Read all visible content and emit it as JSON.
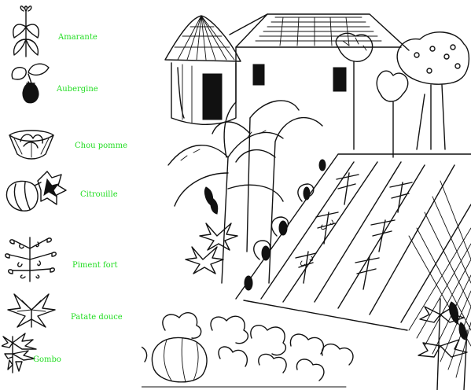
{
  "legend": {
    "items": [
      {
        "key": "amarante",
        "label": "Amarante",
        "icon": "amaranth-plant-icon"
      },
      {
        "key": "aubergine",
        "label": "Aubergine",
        "icon": "eggplant-icon"
      },
      {
        "key": "chou",
        "label": "Chou pomme",
        "icon": "cabbage-icon"
      },
      {
        "key": "citrouille",
        "label": "Citrouille",
        "icon": "pumpkin-icon"
      },
      {
        "key": "piment",
        "label": "Piment fort",
        "icon": "chili-plant-icon"
      },
      {
        "key": "patate",
        "label": "Patate douce",
        "icon": "sweet-potato-leaf-icon"
      },
      {
        "key": "gombo",
        "label": "Gombo",
        "icon": "okra-plant-icon"
      }
    ]
  },
  "colors": {
    "label_green": "#22dd22",
    "ink": "#111111",
    "paper": "#ffffff"
  }
}
